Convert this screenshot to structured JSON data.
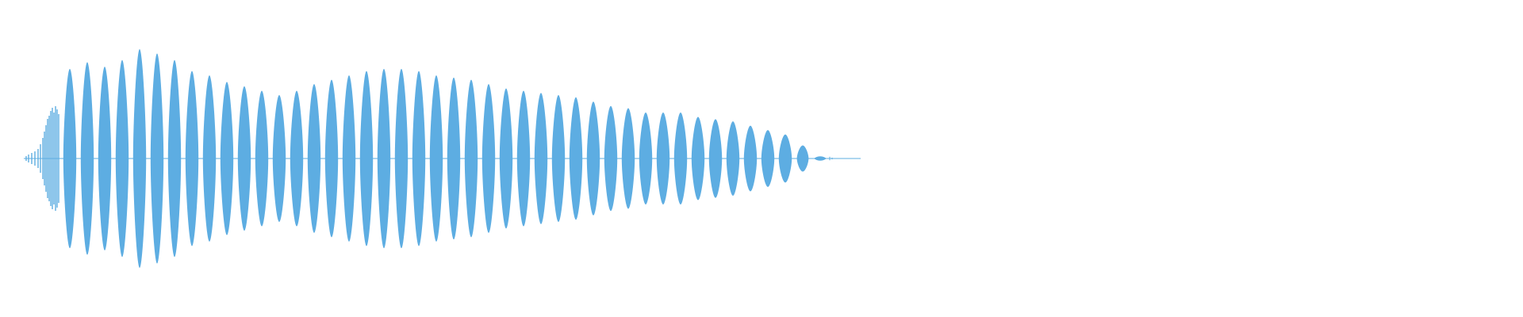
{
  "waveform": {
    "color": "#5dade2",
    "background": "#ffffff",
    "pulse_count": 44,
    "pulse_peaks": [
      0.82,
      0.88,
      0.84,
      0.9,
      1.0,
      0.96,
      0.9,
      0.8,
      0.76,
      0.7,
      0.66,
      0.62,
      0.58,
      0.62,
      0.68,
      0.72,
      0.76,
      0.8,
      0.82,
      0.82,
      0.8,
      0.76,
      0.74,
      0.72,
      0.68,
      0.64,
      0.62,
      0.6,
      0.58,
      0.56,
      0.52,
      0.48,
      0.46,
      0.42,
      0.42,
      0.42,
      0.38,
      0.36,
      0.34,
      0.3,
      0.26,
      0.22,
      0.12,
      0.02
    ],
    "tail_level": 0.01
  }
}
